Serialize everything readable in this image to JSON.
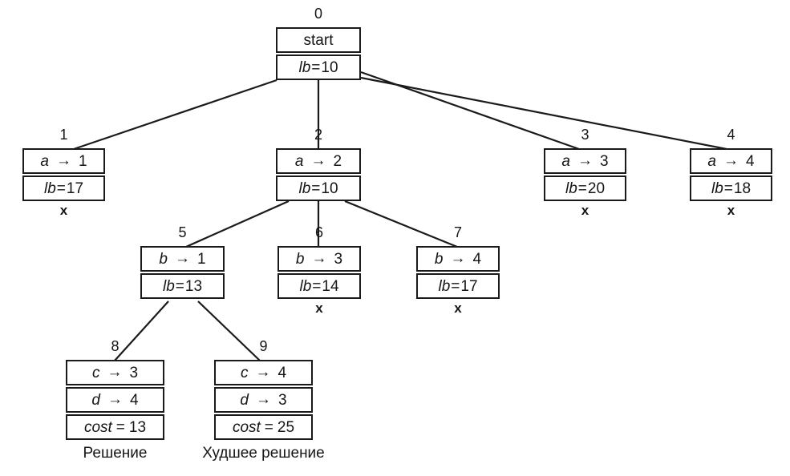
{
  "diagram": {
    "type": "branch-and-bound-search-tree",
    "caption_solution": "Решение",
    "caption_worst": "Худшее решение"
  },
  "colors": {
    "line": "#1a1a1a",
    "background": "#ffffff",
    "text": "#161616"
  },
  "edges": [
    {
      "from": "0",
      "to": "1"
    },
    {
      "from": "0",
      "to": "2"
    },
    {
      "from": "0",
      "to": "3"
    },
    {
      "from": "0",
      "to": "4"
    },
    {
      "from": "2",
      "to": "5"
    },
    {
      "from": "2",
      "to": "6"
    },
    {
      "from": "2",
      "to": "7"
    },
    {
      "from": "5",
      "to": "8"
    },
    {
      "from": "5",
      "to": "9"
    }
  ],
  "nodes": {
    "n0": {
      "label": "0",
      "row1": {
        "text": "start"
      },
      "row2": {
        "var": "lb",
        "op": "=",
        "val": "10"
      }
    },
    "n1": {
      "label": "1",
      "row1": {
        "var": "a",
        "arrow": "→",
        "val": "1"
      },
      "row2": {
        "var": "lb",
        "op": "=",
        "val": "17"
      },
      "pruned": "x"
    },
    "n2": {
      "label": "2",
      "row1": {
        "var": "a",
        "arrow": "→",
        "val": "2"
      },
      "row2": {
        "var": "lb",
        "op": "=",
        "val": "10"
      }
    },
    "n3": {
      "label": "3",
      "row1": {
        "var": "a",
        "arrow": "→",
        "val": "3"
      },
      "row2": {
        "var": "lb",
        "op": "=",
        "val": "20"
      },
      "pruned": "x"
    },
    "n4": {
      "label": "4",
      "row1": {
        "var": "a",
        "arrow": "→",
        "val": "4"
      },
      "row2": {
        "var": "lb",
        "op": "=",
        "val": "18"
      },
      "pruned": "x"
    },
    "n5": {
      "label": "5",
      "row1": {
        "var": "b",
        "arrow": "→",
        "val": "1"
      },
      "row2": {
        "var": "lb",
        "op": "=",
        "val": "13"
      }
    },
    "n6": {
      "label": "6",
      "row1": {
        "var": "b",
        "arrow": "→",
        "val": "3"
      },
      "row2": {
        "var": "lb",
        "op": "=",
        "val": "14"
      },
      "pruned": "x"
    },
    "n7": {
      "label": "7",
      "row1": {
        "var": "b",
        "arrow": "→",
        "val": "4"
      },
      "row2": {
        "var": "lb",
        "op": "=",
        "val": "17"
      },
      "pruned": "x"
    },
    "n8": {
      "label": "8",
      "row1": {
        "var": "c",
        "arrow": "→",
        "val": "3"
      },
      "row2": {
        "var": "d",
        "arrow": "→",
        "val": "4"
      },
      "row3": {
        "var": "cost",
        "op": "=",
        "val": "13"
      },
      "caption": "Решение"
    },
    "n9": {
      "label": "9",
      "row1": {
        "var": "c",
        "arrow": "→",
        "val": "4"
      },
      "row2": {
        "var": "d",
        "arrow": "→",
        "val": "3"
      },
      "row3": {
        "var": "cost",
        "op": "=",
        "val": "25"
      },
      "caption": "Худшее решение"
    }
  }
}
